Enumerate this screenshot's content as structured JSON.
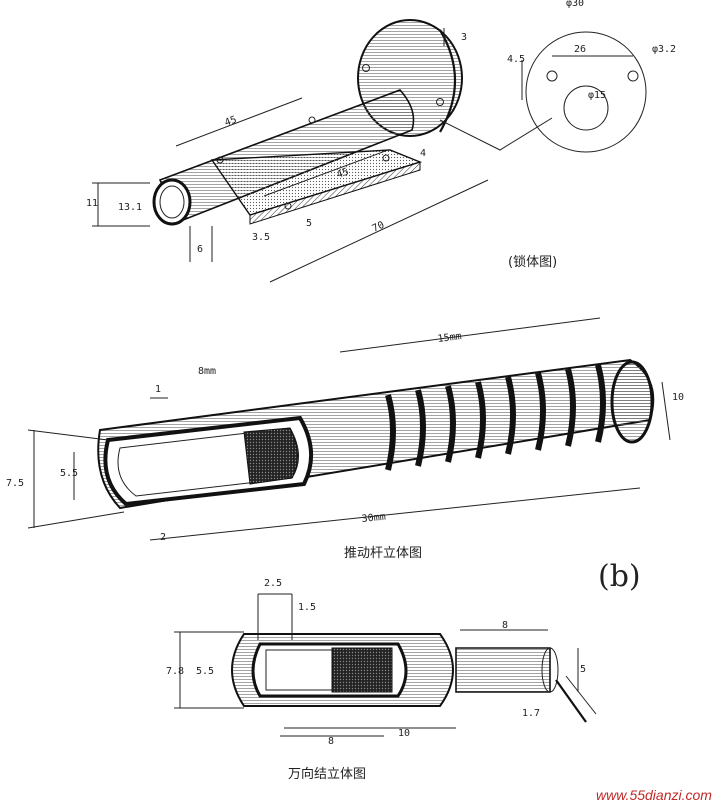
{
  "lock_view": {
    "caption": "(锁体图)",
    "dims": {
      "d30": "φ30",
      "d3": "3",
      "d4_5": "4.5",
      "d26": "26",
      "d3_2": "φ3.2",
      "d15": "φ15",
      "d45a": "45",
      "d45b": "45",
      "d4": "4",
      "d70": "70",
      "d11": "11",
      "d13_1": "13.1",
      "d3_5": "3.5",
      "d5": "5",
      "d6": "6"
    }
  },
  "push_rod_view": {
    "caption": "推动杆立体图",
    "label_b": "(b)",
    "dims": {
      "d8mm": "8mm",
      "d15mm": "15mm",
      "d10": "10",
      "d1": "1",
      "d7_5": "7.5",
      "d5_5": "5.5",
      "d30mm": "30mm",
      "d2": "2"
    }
  },
  "universal_joint_view": {
    "caption": "万向结立体图",
    "dims": {
      "d2_5": "2.5",
      "d1_5": "1.5",
      "d8a": "8",
      "d7_8": "7.8",
      "d5_5": "5.5",
      "d5": "5",
      "d1_7": "1.7",
      "d8b": "8",
      "d10": "10"
    }
  },
  "watermark": "www.55dianzi.com"
}
